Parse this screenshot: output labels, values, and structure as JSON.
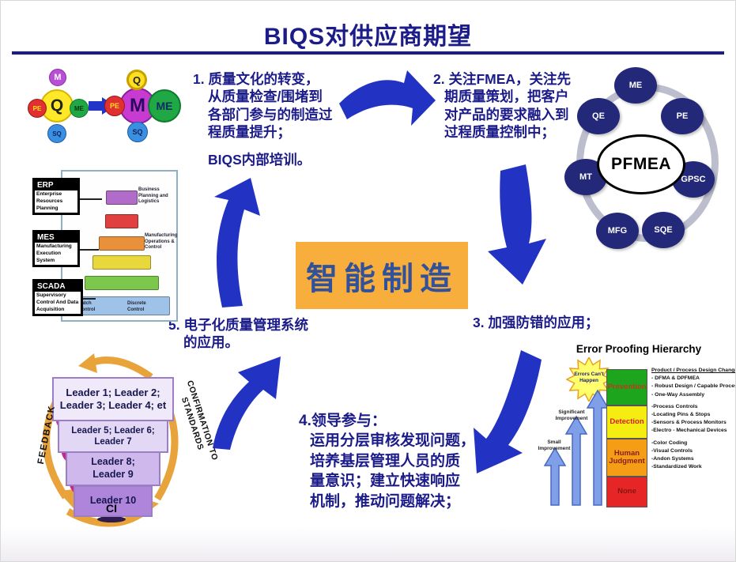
{
  "colors": {
    "navy": "#1b1b8a",
    "arrow_blue": "#2233c4",
    "gold": "#f8ae3c",
    "center_text": "#31519b"
  },
  "title": "BIQS对供应商期望",
  "expectations": {
    "item1": {
      "l1": "1. 质量文化的转变，",
      "l2": "从质量检查/围堵到",
      "l3": "各部门参与的制造过",
      "l4": "程质量提升；",
      "l5": "BIQS内部培训。"
    },
    "item2": {
      "l1": "2. 关注FMEA，关注先",
      "l2": "期质量策划，把客户",
      "l3": "对产品的要求融入到",
      "l4": "过程质量控制中；"
    },
    "item3": "3. 加强防错的应用；",
    "item4": {
      "l1": "4.领导参与：",
      "l2": "运用分层审核发现问题，",
      "l3": "培养基层管理人员的质",
      "l4": "量意识；建立快速响应",
      "l5": "机制，推动问题解决；"
    },
    "item5": {
      "l1": "5. 电子化质量管理系统",
      "l2": "的应用。"
    }
  },
  "center_box": {
    "label": "智能制造"
  },
  "org_transition": {
    "left": {
      "center": "Q",
      "top": "M",
      "left": "PE",
      "right": "ME",
      "bottom": "SQ"
    },
    "right": {
      "center": "M",
      "top": "Q",
      "left": "PE",
      "right": "ME",
      "bottom": "SQ"
    }
  },
  "pfmea": {
    "center": "PFMEA",
    "nodes": {
      "me": "ME",
      "pe": "PE",
      "gpsc": "GPSC",
      "sqe": "SQE",
      "mfg": "MFG",
      "mt": "MT",
      "qe": "QE"
    }
  },
  "mes_stack": {
    "boxes": [
      {
        "abbr": "ERP",
        "full": "Enterprise Resources Planning"
      },
      {
        "abbr": "MES",
        "full": "Manufacturing Execution System"
      },
      {
        "abbr": "SCADA",
        "full": "Supervisory Control And Data Acquisition"
      }
    ],
    "diagram_labels": {
      "top": "Business Planning and Logistics",
      "middle": "Manufacturing Operations & Control",
      "bottom_left": "Batch Control",
      "bottom_right": "Discrete Control"
    }
  },
  "lpa": {
    "levels": [
      {
        "l1": "Leader 1; Leader 2;",
        "l2": "Leader 3; Leader 4; et"
      },
      {
        "l1": "Leader 5; Leader 6;",
        "l2": "Leader 7"
      },
      {
        "l1": "Leader 8;",
        "l2": "Leader 9"
      },
      {
        "l1": "Leader 10"
      }
    ],
    "left_label": "FEEDBACK",
    "right_label": "CONFIRMATION TO STANDARDS",
    "bottom_label": "CI"
  },
  "error_proofing": {
    "title": "Error Proofing Hierarchy",
    "starburst": "Errors Can't Happen",
    "arrow_labels": {
      "small": "Small Improvement",
      "significant": "Significant Improvement"
    },
    "levels": [
      {
        "name": "Prevention",
        "items": [
          "Product / Process Design Change",
          "- DFMA & DPFMEA",
          "- Robust Design / Capable Process",
          "- One-Way Assembly"
        ]
      },
      {
        "name": "Detection",
        "items": [
          "-Process Controls",
          "-Locating Pins & Stops",
          "-Sensors & Process Monitors",
          "-Electro - Mechanical Devices"
        ]
      },
      {
        "name": "Human Judgment",
        "items": [
          "-Color Coding",
          "-Visual Controls",
          "-Andon Systems",
          "-Standardized Work"
        ]
      },
      {
        "name": "None",
        "items": []
      }
    ]
  }
}
